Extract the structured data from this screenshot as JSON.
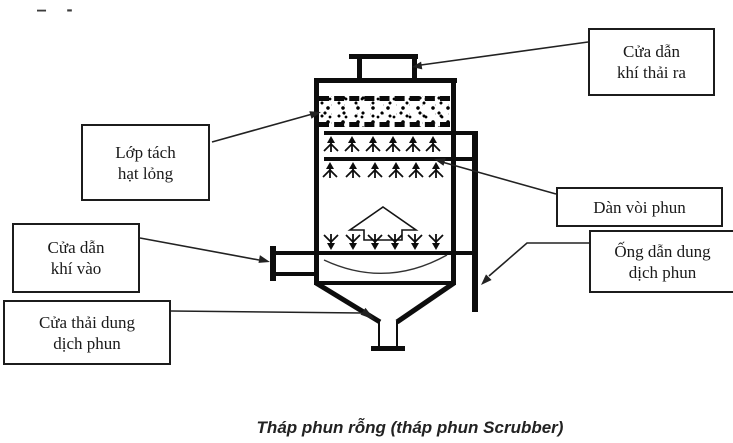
{
  "marks": {
    "top_left": "– -"
  },
  "labels": {
    "exhaust_outlet": {
      "line1": "Cửa dẫn",
      "line2": "khí thải ra"
    },
    "droplet_separator": {
      "line1": "Lớp tách",
      "line2": "hạt lỏng"
    },
    "spray_header": {
      "line1": "Dàn vòi phun"
    },
    "gas_inlet": {
      "line1": "Cửa dẫn",
      "line2": "khí vào"
    },
    "liquid_drain": {
      "line1": "Cửa thải dung",
      "line2": "dịch phun"
    },
    "liquid_supply_pipe": {
      "line1": "Ống dẫn dung",
      "line2": "dịch phun"
    }
  },
  "caption": "Tháp phun rỗng (tháp phun Scrubber)",
  "colors": {
    "line": "#111111",
    "text": "#1a1a1a",
    "background": "#ffffff"
  }
}
